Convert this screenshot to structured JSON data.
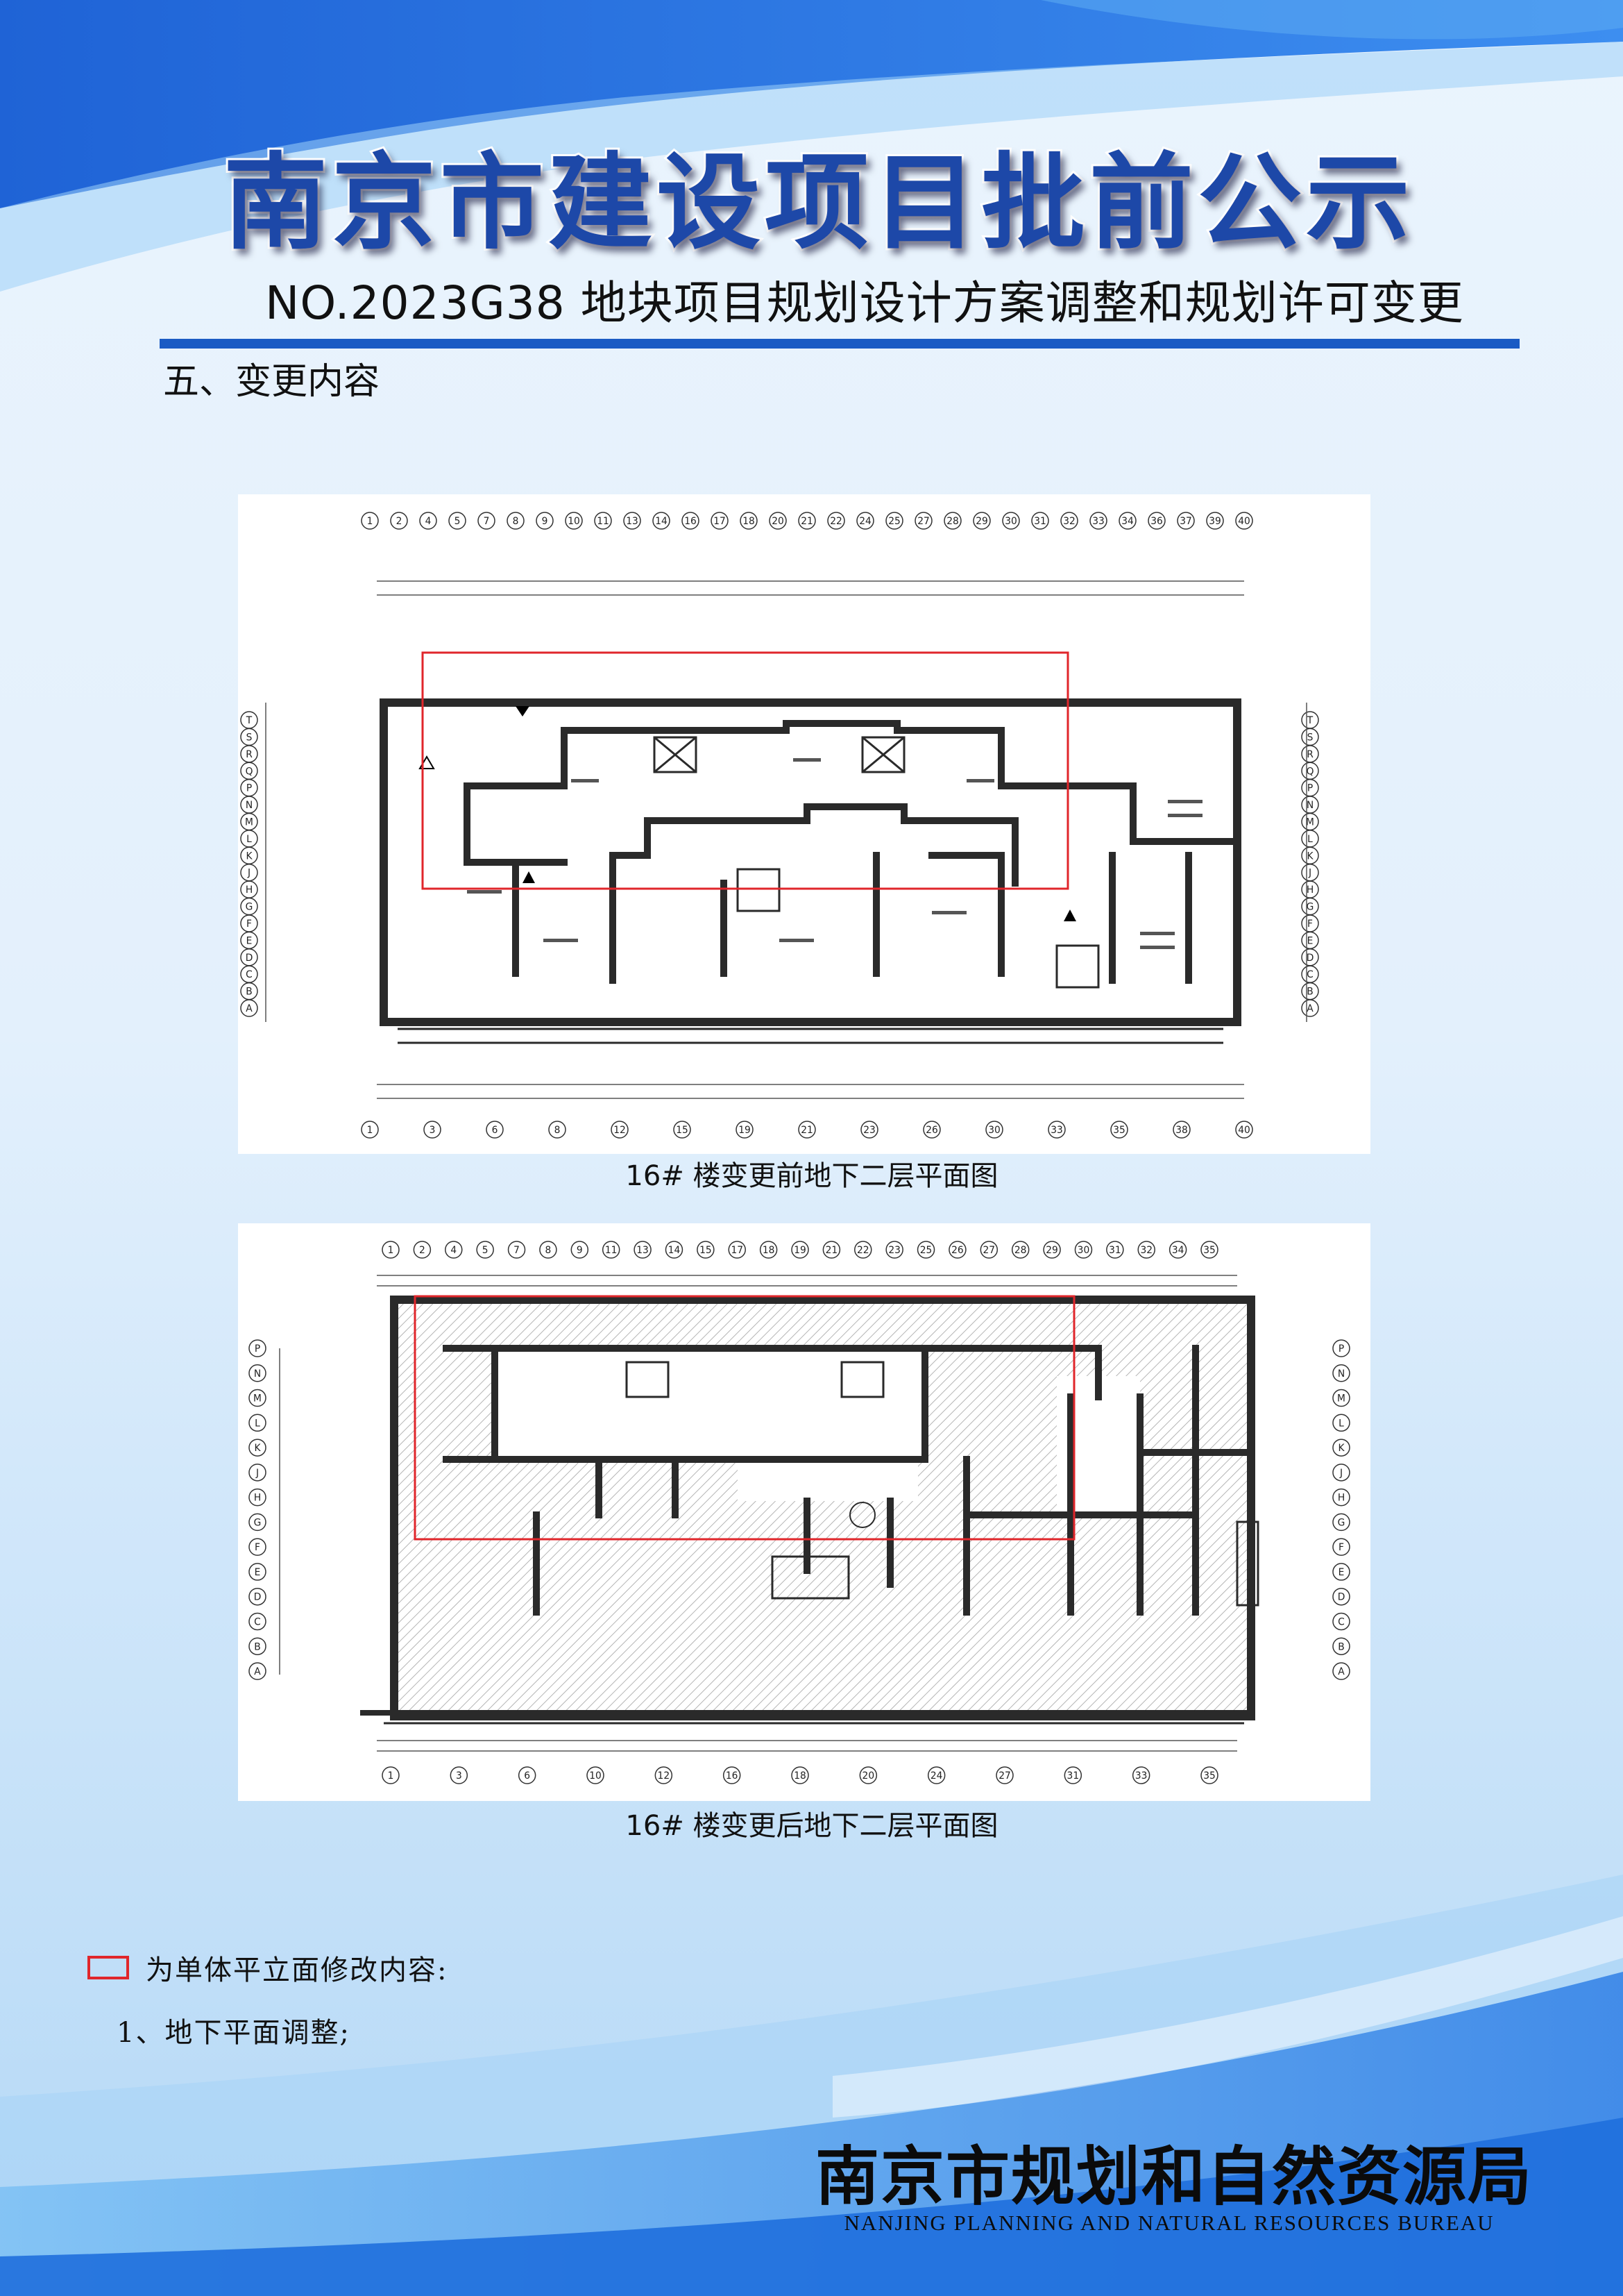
{
  "header": {
    "main_title": "南京市建设项目批前公示",
    "subtitle": "NO.2023G38 地块项目规划设计方案调整和规划许可变更",
    "section_heading": "五、变更内容"
  },
  "figures": {
    "before": {
      "caption": "16# 楼变更前地下二层平面图",
      "top_axis_labels": [
        "1",
        "2",
        "4",
        "5",
        "7",
        "8",
        "9",
        "10",
        "11",
        "13",
        "14",
        "16",
        "17",
        "18",
        "20",
        "21",
        "22",
        "24",
        "25",
        "27",
        "28",
        "29",
        "30",
        "31",
        "32",
        "33",
        "34",
        "36",
        "37",
        "39",
        "40"
      ],
      "bottom_axis_labels": [
        "1",
        "3",
        "6",
        "8",
        "12",
        "15",
        "19",
        "21",
        "23",
        "26",
        "30",
        "33",
        "35",
        "38",
        "40"
      ],
      "side_axis_labels": [
        "T",
        "S",
        "R",
        "Q",
        "P",
        "N",
        "M",
        "L",
        "K",
        "J",
        "H",
        "G",
        "F",
        "E",
        "D",
        "C",
        "B",
        "A"
      ]
    },
    "after": {
      "caption": "16# 楼变更后地下二层平面图",
      "top_axis_labels": [
        "1",
        "2",
        "4",
        "5",
        "7",
        "8",
        "9",
        "11",
        "13",
        "14",
        "15",
        "17",
        "18",
        "19",
        "21",
        "22",
        "23",
        "25",
        "26",
        "27",
        "28",
        "29",
        "30",
        "31",
        "32",
        "34",
        "35"
      ],
      "bottom_axis_labels": [
        "1",
        "3",
        "6",
        "10",
        "12",
        "16",
        "18",
        "20",
        "24",
        "27",
        "31",
        "33",
        "35"
      ],
      "side_axis_labels": [
        "P",
        "N",
        "M",
        "L",
        "K",
        "J",
        "H",
        "G",
        "F",
        "E",
        "D",
        "C",
        "B",
        "A"
      ]
    }
  },
  "legend": {
    "description": "为单体平立面修改内容:",
    "items": [
      "1、地下平面调整;"
    ],
    "box_color": "#e0262b"
  },
  "footer": {
    "bureau_name": "南京市规划和自然资源局",
    "bureau_name_en": "NANJING PLANNING AND NATURAL RESOURCES BUREAU"
  },
  "colors": {
    "brand_blue": "#1d48a8",
    "rule_blue": "#1a5bc4",
    "background_light": "#d9ecfb",
    "highlight_red": "#e0262b"
  }
}
